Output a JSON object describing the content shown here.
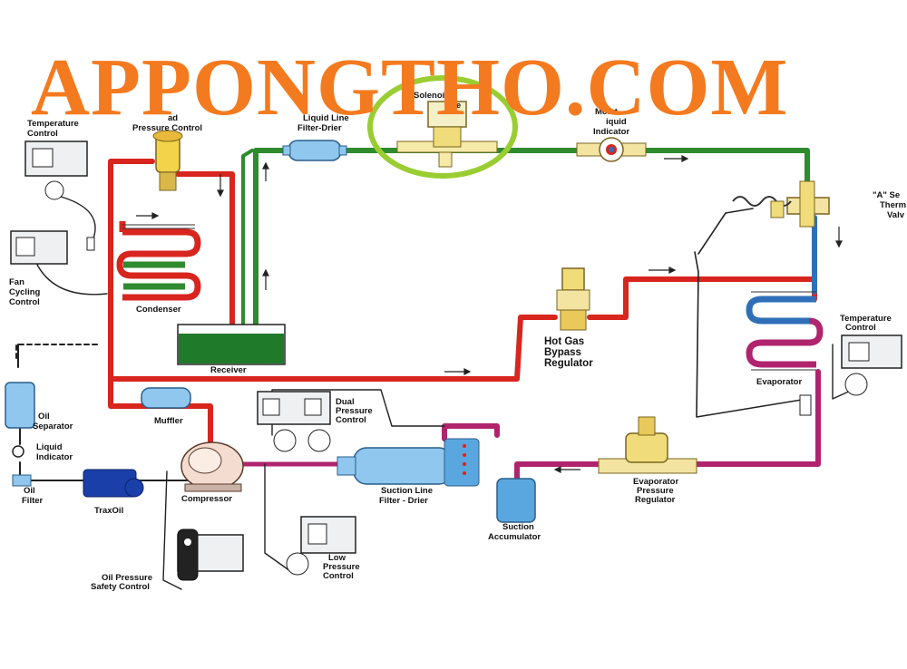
{
  "watermark": "APPONGTHO.COM",
  "labels": {
    "temp_control_left": [
      "Temperature",
      "Control"
    ],
    "head_pressure": [
      "ad",
      "Pressure Control"
    ],
    "liquid_line_drier": [
      "Liquid Line",
      "Filter-Drier"
    ],
    "solenoid": [
      "Solenoid",
      "lve"
    ],
    "moisture_indicator": [
      "Moist",
      "iquid",
      "Indicator"
    ],
    "a_series": [
      "\"A\" Se",
      "Therm",
      "Valv"
    ],
    "fan_cycling": [
      "Fan",
      "Cycling",
      "Control"
    ],
    "condenser": "Condenser",
    "receiver": "Receiver",
    "hot_gas": [
      "Hot Gas",
      "Bypass",
      "Regulator"
    ],
    "temp_control_right": [
      "Temperature",
      "Control"
    ],
    "evaporator": "Evaporator",
    "oil_separator": [
      "Oil",
      "Separator"
    ],
    "muffler": "Muffler",
    "dual_pressure": [
      "Dual",
      "Pressure",
      "Control"
    ],
    "liquid_indicator": [
      "Liquid",
      "Indicator"
    ],
    "oil_filter": [
      "Oil",
      "Filter"
    ],
    "traxoil": "TraxOil",
    "compressor": "Compressor",
    "suction_drier": [
      "Suction Line",
      "Filter - Drier"
    ],
    "suction_accumulator": [
      "Suction",
      "Accumulator"
    ],
    "evap_pressure_reg": [
      "Evaporator",
      "Pressure",
      "Regulator"
    ],
    "low_pressure": [
      "Low",
      "Pressure",
      "Control"
    ],
    "oil_pressure_safety": [
      "Oil Pressure",
      "Safety Control"
    ]
  },
  "colors": {
    "liquid_line": "#2e8b2e",
    "hot_gas": "#d8251e",
    "suction": "#b0246e",
    "evap_blue": "#2f6fb8",
    "watermark": "#f47a1f",
    "highlight": "#9acd32"
  }
}
